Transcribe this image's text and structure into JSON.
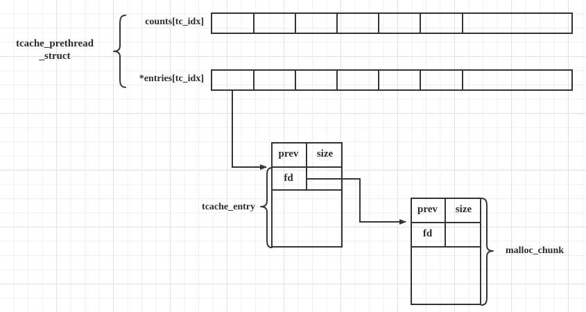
{
  "diagram": {
    "title_hidden": "",
    "struct_label": {
      "line1": "tcache_prethread",
      "line2": "_struct"
    },
    "fields": {
      "counts_label": "counts[tc_idx]",
      "entries_label": "*entries[tc_idx]"
    },
    "arrays": {
      "counts": {
        "cells": [
          "",
          "",
          "",
          "",
          "",
          "",
          ""
        ]
      },
      "entries": {
        "cells": [
          "",
          "",
          "",
          "",
          "",
          "",
          ""
        ]
      }
    },
    "tcache_entry": {
      "brace_label": "tcache_entry",
      "cells": {
        "prev": "prev",
        "size": "size",
        "fd": "fd",
        "fd_right": "",
        "body": ""
      }
    },
    "malloc_chunk": {
      "brace_label": "malloc_chunk",
      "cells": {
        "prev": "prev",
        "size": "size",
        "fd": "fd",
        "fd_right": "",
        "body": ""
      }
    },
    "colors": {
      "stroke": "#333333",
      "text": "#2b2b2b",
      "grid_minor": "#efefef",
      "grid_major": "#e0e0e0",
      "background": "#ffffff"
    }
  }
}
